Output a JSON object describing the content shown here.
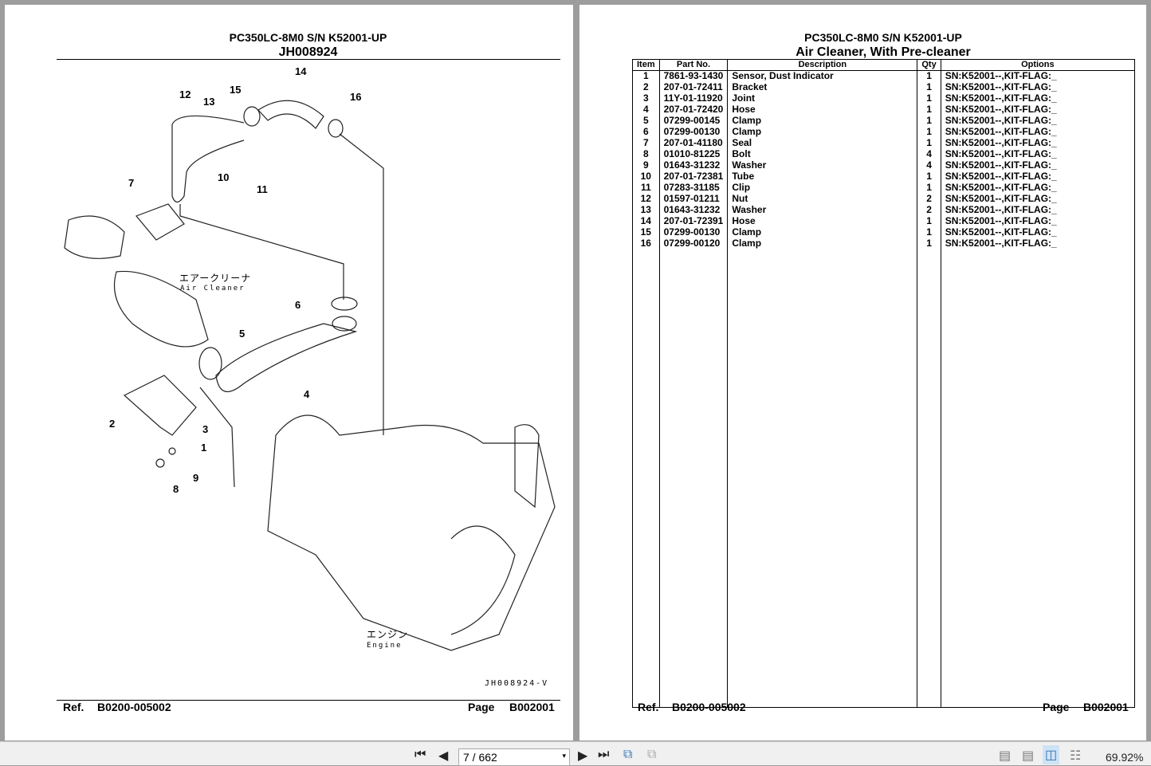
{
  "left_page": {
    "title": "PC350LC-8M0 S/N K52001-UP",
    "drawing_id": "JH008924",
    "callouts": [
      "1",
      "2",
      "3",
      "4",
      "5",
      "6",
      "7",
      "8",
      "9",
      "10",
      "11",
      "12",
      "13",
      "14",
      "15",
      "16"
    ],
    "label_air_cleaner_jp": "エアークリーナ",
    "label_air_cleaner_en": "Air Cleaner",
    "label_engine_jp": "エンジン",
    "label_engine_en": "Engine",
    "drawing_code": "JH008924-V",
    "ref_label": "Ref.",
    "ref_value": "B0200-005002",
    "page_label": "Page",
    "page_value": "B002001"
  },
  "right_page": {
    "title": "PC350LC-8M0 S/N K52001-UP",
    "subtitle": "Air Cleaner, With Pre-cleaner",
    "columns": [
      "Item",
      "Part No.",
      "Description",
      "Qty",
      "Options"
    ],
    "rows": [
      [
        "1",
        "7861-93-1430",
        "Sensor, Dust Indicator",
        "1",
        "SN:K52001--,KIT-FLAG:_"
      ],
      [
        "2",
        "207-01-72411",
        "Bracket",
        "1",
        "SN:K52001--,KIT-FLAG:_"
      ],
      [
        "3",
        "11Y-01-11920",
        "Joint",
        "1",
        "SN:K52001--,KIT-FLAG:_"
      ],
      [
        "4",
        "207-01-72420",
        "Hose",
        "1",
        "SN:K52001--,KIT-FLAG:_"
      ],
      [
        "5",
        "07299-00145",
        "Clamp",
        "1",
        "SN:K52001--,KIT-FLAG:_"
      ],
      [
        "6",
        "07299-00130",
        "Clamp",
        "1",
        "SN:K52001--,KIT-FLAG:_"
      ],
      [
        "7",
        "207-01-41180",
        "Seal",
        "1",
        "SN:K52001--,KIT-FLAG:_"
      ],
      [
        "8",
        "01010-81225",
        "Bolt",
        "4",
        "SN:K52001--,KIT-FLAG:_"
      ],
      [
        "9",
        "01643-31232",
        "Washer",
        "4",
        "SN:K52001--,KIT-FLAG:_"
      ],
      [
        "10",
        "207-01-72381",
        "Tube",
        "1",
        "SN:K52001--,KIT-FLAG:_"
      ],
      [
        "11",
        "07283-31185",
        "Clip",
        "1",
        "SN:K52001--,KIT-FLAG:_"
      ],
      [
        "12",
        "01597-01211",
        "Nut",
        "2",
        "SN:K52001--,KIT-FLAG:_"
      ],
      [
        "13",
        "01643-31232",
        "Washer",
        "2",
        "SN:K52001--,KIT-FLAG:_"
      ],
      [
        "14",
        "207-01-72391",
        "Hose",
        "1",
        "SN:K52001--,KIT-FLAG:_"
      ],
      [
        "15",
        "07299-00130",
        "Clamp",
        "1",
        "SN:K52001--,KIT-FLAG:_"
      ],
      [
        "16",
        "07299-00120",
        "Clamp",
        "1",
        "SN:K52001--,KIT-FLAG:_"
      ]
    ],
    "ref_label": "Ref.",
    "ref_value": "B0200-005002",
    "page_label": "Page",
    "page_value": "B002001"
  },
  "toolbar": {
    "page_input": "7 / 662",
    "zoom": "69.92%"
  }
}
